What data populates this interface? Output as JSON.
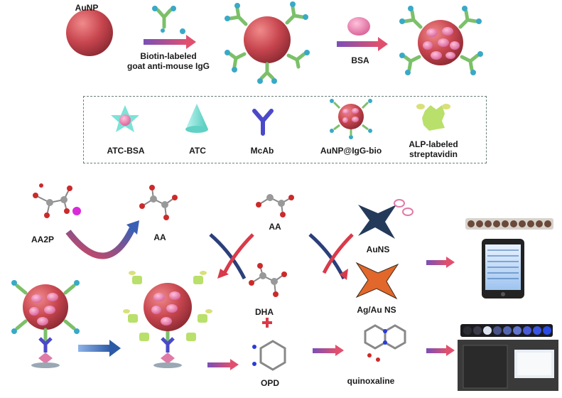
{
  "step_labels": {
    "aunp": "AuNP",
    "biotin_line1": "Biotin-labeled",
    "biotin_line2": "goat anti-mouse IgG",
    "bsa": "BSA"
  },
  "legend": {
    "atc_bsa": "ATC-BSA",
    "atc": "ATC",
    "mcab": "McAb",
    "aunp_igg_bio": "AuNP@IgG-bio",
    "alp_line1": "ALP-labeled",
    "alp_line2": "streptavidin"
  },
  "molecules": {
    "aa2p": "AA2P",
    "aa_left": "AA",
    "aa_right": "AA",
    "dha": "DHA",
    "opd": "OPD",
    "quinoxaline": "quinoxaline",
    "auns": "AuNS",
    "ag_au_ns": "Ag/Au NS"
  },
  "colors": {
    "gold_np": "#c8464f",
    "igg_green": "#7cc06a",
    "biotin_cyan": "#39a9c7",
    "bsa_pink": "#e07aa6",
    "atc_cyan": "#7be3d8",
    "mcab_blue": "#4b49c9",
    "alp_yellow": "#d9e07a",
    "arrow_pink": "#d9577c",
    "arrow_blue": "#2f5fa8",
    "auns_navy": "#243a5a",
    "agau_orange": "#e2672a"
  }
}
